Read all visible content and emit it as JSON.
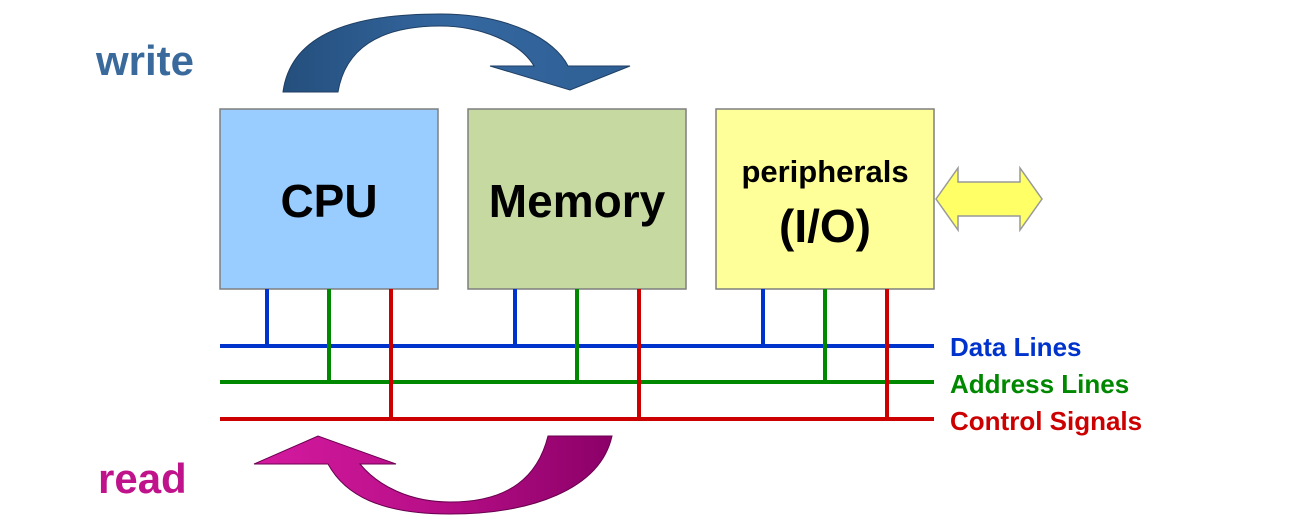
{
  "labels": {
    "write": "write",
    "read": "read"
  },
  "components": {
    "cpu": "CPU",
    "memory": "Memory",
    "peripherals_line1": "peripherals",
    "peripherals_line2": "(I/O)"
  },
  "bus": {
    "data": "Data Lines",
    "address": "Address Lines",
    "control": "Control Signals"
  },
  "colors": {
    "write": "#3a6a9c",
    "read": "#c0128a",
    "cpu_fill": "#99ccff",
    "memory_fill": "#c6d9a0",
    "peripherals_fill": "#ffff99",
    "io_arrow_fill": "#ffff66",
    "data_line": "#0033cc",
    "address_line": "#008800",
    "control_line": "#cc0000"
  }
}
